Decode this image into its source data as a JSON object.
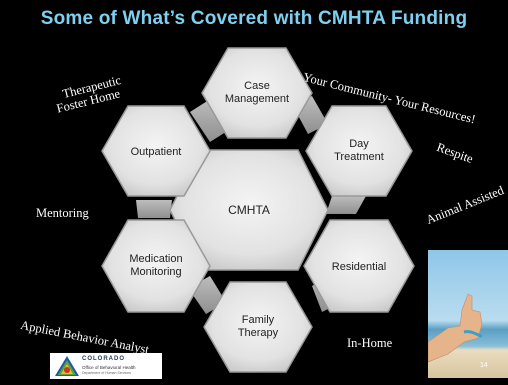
{
  "title": "Some of What’s Covered with CMHTA Funding",
  "hexagons": {
    "center": "CMHTA",
    "case_management": [
      "Case",
      "Management"
    ],
    "day_treatment": [
      "Day",
      "Treatment"
    ],
    "residential": [
      "Residential"
    ],
    "family_therapy": [
      "Family",
      "Therapy"
    ],
    "medication_monitoring": [
      "Medication",
      "Monitoring"
    ],
    "outpatient": [
      "Outpatient"
    ]
  },
  "script_labels": {
    "therapeutic_line1": "Therapeutic",
    "therapeutic_line2": "Foster Home",
    "community": "Your Community- Your Resources!",
    "respite": "Respite",
    "animal": "Animal Assisted",
    "mentoring": "Mentoring",
    "applied": "Applied Behavior Analyst",
    "inhome": "In-Home"
  },
  "logo": {
    "name": "COLORADO",
    "subtitle": "Office of Behavioral Health",
    "department": "Department of Human Services"
  },
  "page_number": "14",
  "colors": {
    "title": "#7fd0f0",
    "background": "#000000",
    "hex_fill": "#e4e4e4"
  }
}
